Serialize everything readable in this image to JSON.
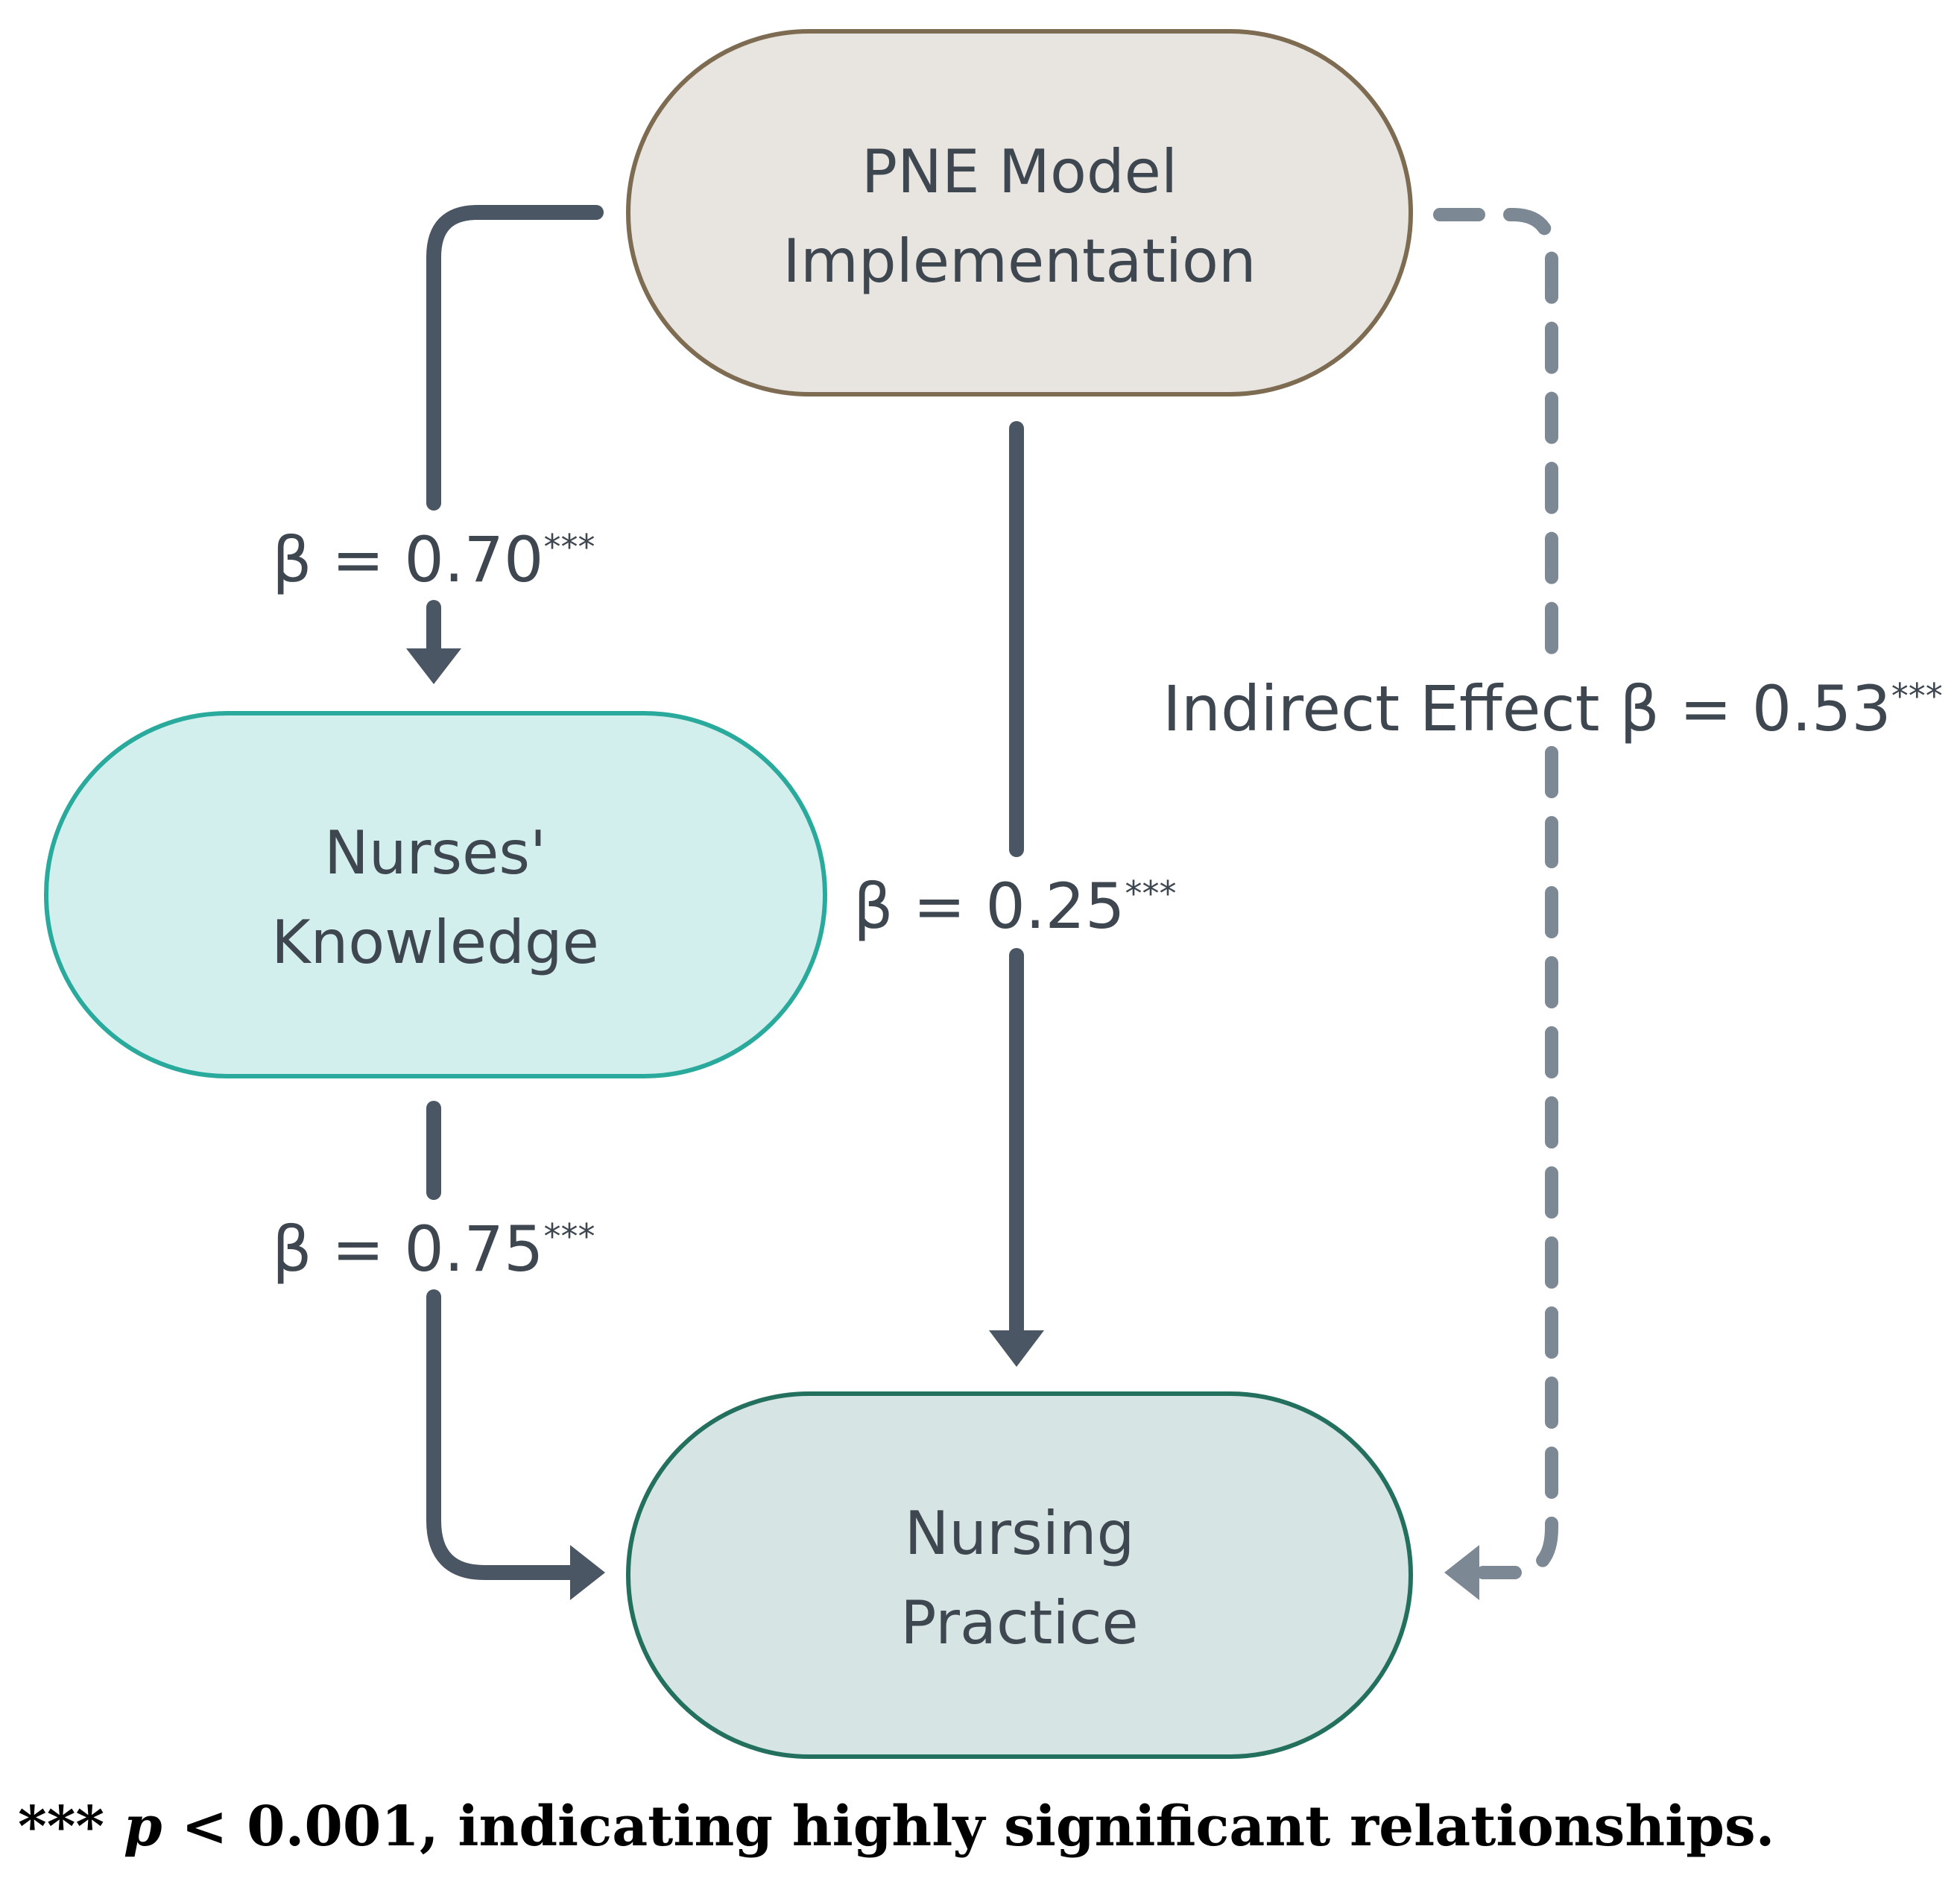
{
  "nodes": {
    "pne": {
      "line1": "PNE Model",
      "line2": "Implementation",
      "fill": "#e8e4df",
      "stroke": "#7d6b52"
    },
    "knowledge": {
      "line1": "Nurses'",
      "line2": "Knowledge",
      "fill": "#d3efed",
      "stroke": "#2aaa9c"
    },
    "practice": {
      "line1": "Nursing",
      "line2": "Practice",
      "fill": "#d6e5e3",
      "stroke": "#24705f"
    }
  },
  "edges": {
    "pne_to_knowledge": {
      "beta": "β = 0.70",
      "sig": "***"
    },
    "pne_to_practice": {
      "beta": "β = 0.25",
      "sig": "***"
    },
    "knowledge_to_practice": {
      "beta": "β = 0.75",
      "sig": "***"
    },
    "indirect": {
      "beta": "Indirect Effect β = 0.53",
      "sig": "***"
    }
  },
  "colors": {
    "arrow": "#4a5663",
    "dashed_arrow": "#7c8893",
    "text": "#3e4650"
  },
  "footnote": {
    "stars": "***",
    "p": "p",
    "rest": "< 0.001, indicating highly significant relationships."
  }
}
